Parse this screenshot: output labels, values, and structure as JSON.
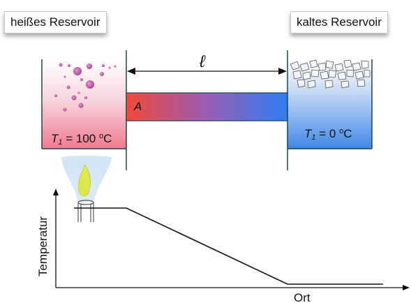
{
  "labels": {
    "hot_reservoir": "heißes Reservoir",
    "cold_reservoir": "kaltes Reservoir",
    "length_symbol": "ℓ",
    "area_symbol": "A",
    "hot_temperature": "T1 = 100 oC",
    "cold_temperature": "T1 = 0 oC",
    "y_axis": "Temperatur",
    "x_axis": "Ort"
  },
  "temperature_profile": {
    "hot_value_c": 100,
    "cold_value_c": 0
  },
  "colors": {
    "hot_water": "#f7c9d4",
    "cold_water": "#5f9de6",
    "rod_hot": "#f24a3a",
    "rod_mid": "#9a5fb4",
    "rod_cold": "#2f7df0",
    "bubble": "#c94fa8",
    "flame": "#dfe84a"
  },
  "icons": [
    "bubbles-icon",
    "ice-cubes-icon",
    "flame-icon",
    "burner-icon"
  ]
}
